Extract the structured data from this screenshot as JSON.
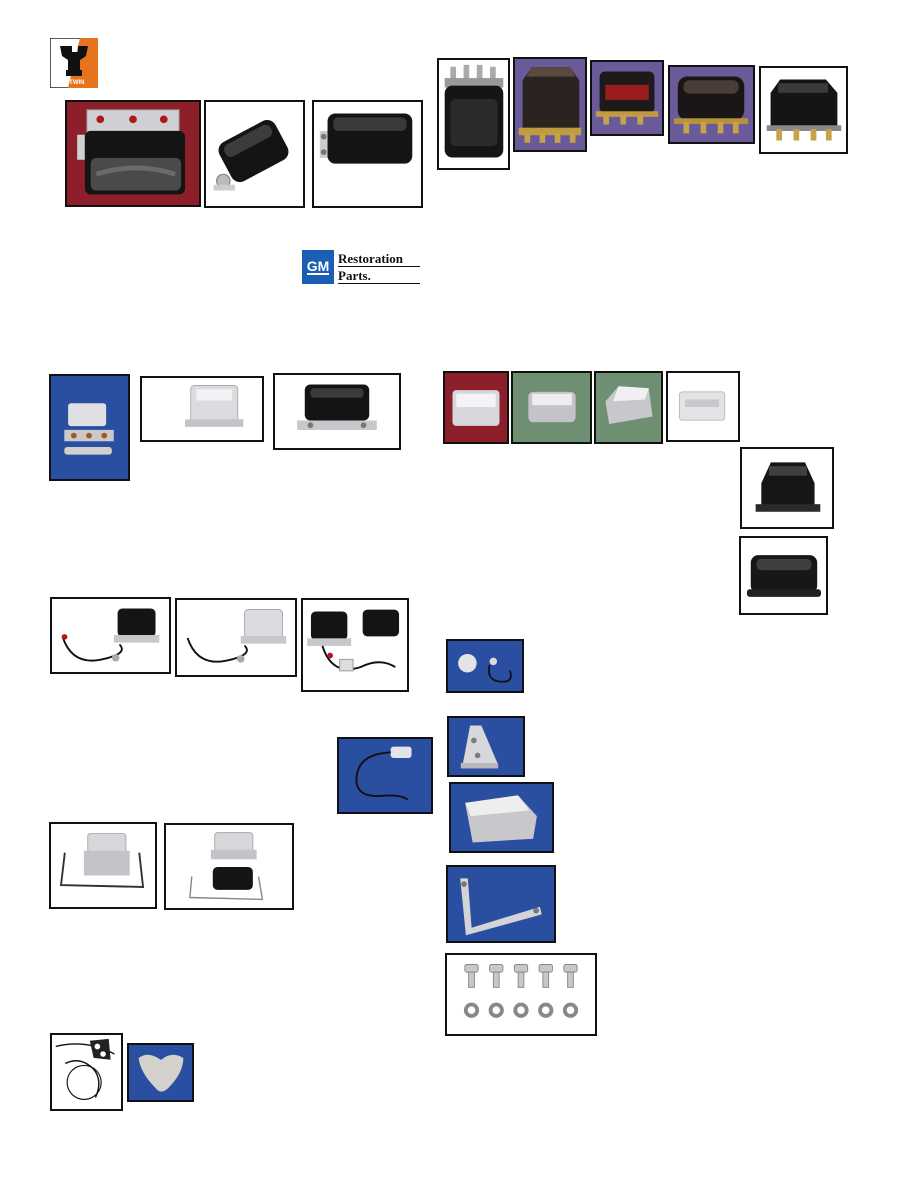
{
  "logos": {
    "vtwin": {
      "label": "V-TWIN",
      "icon": "vtwin-engine-logo"
    },
    "gm": {
      "badge": "GM",
      "line1": "Restoration",
      "line2": "Parts."
    }
  },
  "colors": {
    "vtwin_orange": "#e6731e",
    "gm_blue": "#1a5fb4",
    "red_backdrop": "#8c1f2a",
    "blue_backdrop": "#2a4fa0",
    "purple_backdrop": "#6a5a9a",
    "green_backdrop": "#6f8f72"
  },
  "product_photos": [
    {
      "name": "regulator-chrome-red-bg",
      "subject": "black regulator with chrome top bracket",
      "bg": "red"
    },
    {
      "name": "regulator-black-side",
      "subject": "black regulator side view",
      "bg": "white"
    },
    {
      "name": "regulator-black-plain",
      "subject": "black regulator",
      "bg": "white"
    },
    {
      "name": "regulator-black-terminals",
      "subject": "black regulator with terminals",
      "bg": "white"
    },
    {
      "name": "regulator-dark-purple-bg-1",
      "subject": "dark regulator",
      "bg": "purple"
    },
    {
      "name": "regulator-dark-red-label",
      "subject": "dark regulator with red label",
      "bg": "purple"
    },
    {
      "name": "regulator-dark-purple-bg-2",
      "subject": "dark regulator",
      "bg": "purple"
    },
    {
      "name": "regulator-black-white-bg",
      "subject": "black regulator",
      "bg": "white"
    },
    {
      "name": "regulator-chrome-kit-blue",
      "subject": "chrome cover with mount plate",
      "bg": "blue"
    },
    {
      "name": "regulator-chrome-white",
      "subject": "chrome regulator",
      "bg": "white"
    },
    {
      "name": "regulator-black-mount-plate",
      "subject": "black regulator on plate",
      "bg": "white"
    },
    {
      "name": "cover-chrome-red-bg",
      "subject": "chrome cover",
      "bg": "red"
    },
    {
      "name": "cover-chrome-green-bg-1",
      "subject": "chrome cover",
      "bg": "green"
    },
    {
      "name": "cover-chrome-green-bg-2",
      "subject": "chrome cover",
      "bg": "green"
    },
    {
      "name": "cover-chrome-white",
      "subject": "chrome cover",
      "bg": "white"
    },
    {
      "name": "cover-black-1",
      "subject": "black cover",
      "bg": "white"
    },
    {
      "name": "cover-black-2",
      "subject": "black cover",
      "bg": "white"
    },
    {
      "name": "regulator-harness-black",
      "subject": "black regulator with wiring",
      "bg": "white"
    },
    {
      "name": "regulator-harness-chrome",
      "subject": "chrome regulator with wiring",
      "bg": "white"
    },
    {
      "name": "regulator-pair-harness",
      "subject": "two black regulators with wiring",
      "bg": "white"
    },
    {
      "name": "ignition-switch-kit",
      "subject": "switch and harness",
      "bg": "blue"
    },
    {
      "name": "bracket-triangle",
      "subject": "chrome triangular bracket",
      "bg": "blue"
    },
    {
      "name": "condenser-wire",
      "subject": "condenser with wire",
      "bg": "blue"
    },
    {
      "name": "cover-chrome-blue-bg",
      "subject": "chrome cover",
      "bg": "blue"
    },
    {
      "name": "mount-bracket-chrome",
      "subject": "regulator with chrome mount strap",
      "bg": "white"
    },
    {
      "name": "mount-bracket-kit",
      "subject": "chrome and black regulator with strap",
      "bg": "white"
    },
    {
      "name": "bracket-l-shape",
      "subject": "L-shaped mounting bracket",
      "bg": "blue"
    },
    {
      "name": "bolt-washer-kit",
      "subject": "five bolts and washers",
      "bg": "white"
    },
    {
      "name": "frame-line-drawing",
      "subject": "frame outline drawing",
      "bg": "white"
    },
    {
      "name": "bracket-gusset",
      "subject": "tri-lobe gusset plate",
      "bg": "blue"
    }
  ]
}
